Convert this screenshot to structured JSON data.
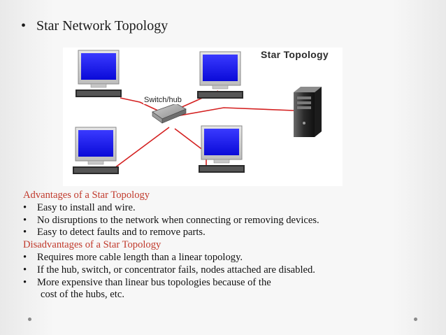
{
  "slide": {
    "title": "Star Network Topology",
    "bullet_glyph": "•"
  },
  "diagram": {
    "title": "Star Topology",
    "hub_label": "Switch/hub",
    "devices": [
      {
        "name": "monitor-top-left-icon"
      },
      {
        "name": "monitor-top-right-icon"
      },
      {
        "name": "monitor-bottom-left-icon"
      },
      {
        "name": "monitor-bottom-right-icon"
      },
      {
        "name": "server-tower-icon"
      },
      {
        "name": "switch-hub-icon"
      }
    ],
    "cable_color": "#d42020"
  },
  "advantages": {
    "heading": "Advantages of a Star Topology",
    "items": [
      "Easy to install and wire.",
      "No disruptions to the network when connecting or removing devices.",
      "Easy to detect faults and to remove parts."
    ]
  },
  "disadvantages": {
    "heading": "Disadvantages of a Star Topology",
    "items": [
      "Requires more cable length than a linear topology.",
      "If the hub, switch, or concentrator fails, nodes attached are disabled.",
      "More expensive than linear bus topologies because of the"
    ],
    "continuation": "cost of the hubs, etc."
  },
  "colors": {
    "heading_red": "#c0392b",
    "monitor_screen": "#1e1ef0"
  }
}
